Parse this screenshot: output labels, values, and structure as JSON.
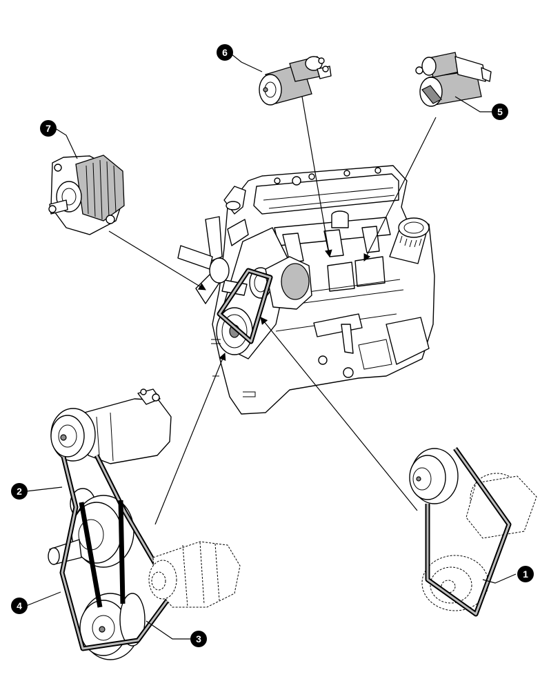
{
  "callouts": [
    {
      "id": "1",
      "label": "1"
    },
    {
      "id": "2",
      "label": "2"
    },
    {
      "id": "3",
      "label": "3"
    },
    {
      "id": "4",
      "label": "4"
    },
    {
      "id": "5",
      "label": "5"
    },
    {
      "id": "6",
      "label": "6"
    },
    {
      "id": "7",
      "label": "7"
    }
  ],
  "colors": {
    "line": "#000000",
    "background": "#ffffff",
    "component_shade": "#bdbdbd",
    "callout_fill": "#000000",
    "callout_text": "#ffffff"
  },
  "icons": {
    "engine": "engine-block-icon",
    "starter_motor": "starter-motor-icon",
    "alternator": "alternator-icon",
    "compressor": "ac-compressor-icon",
    "water_pump": "water-pump-icon",
    "drive_belt": "drive-belt-icon"
  }
}
